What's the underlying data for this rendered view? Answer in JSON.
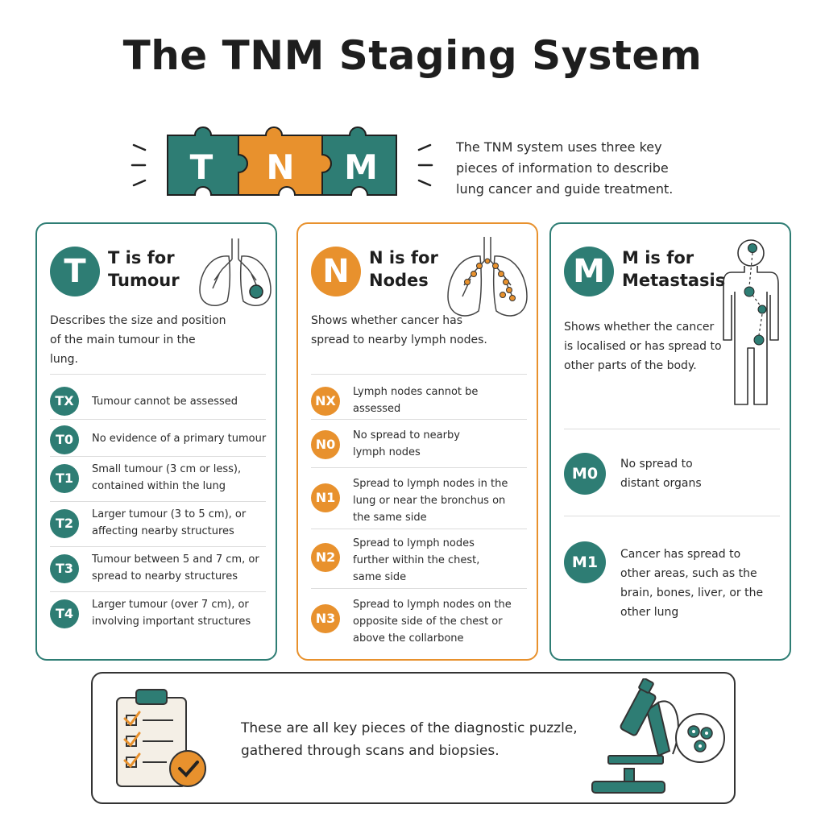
{
  "title": "The TNM Staging System",
  "puzzle": {
    "letters": [
      "T",
      "N",
      "M"
    ]
  },
  "intro": "The TNM system uses three key pieces of information to describe lung cancer and guide treatment.",
  "colors": {
    "teal": "#2e7d74",
    "orange": "#e8912d",
    "text": "#2a2a2a"
  },
  "cards": {
    "t": {
      "letter": "T",
      "title_line1": "T is for",
      "title_line2": "Tumour",
      "description": "Describes the size and position of the main tumour in the lung.",
      "illustration_icon": "lungs-with-tumour-icon",
      "items": [
        {
          "code": "TX",
          "text": "Tumour cannot be assessed"
        },
        {
          "code": "T0",
          "text": "No evidence of a primary tumour"
        },
        {
          "code": "T1",
          "text": "Small tumour (3 cm or less), contained within the lung"
        },
        {
          "code": "T2",
          "text": "Larger tumour (3 to 5 cm), or affecting nearby structures"
        },
        {
          "code": "T3",
          "text": "Tumour between 5 and 7 cm, or spread to nearby structures"
        },
        {
          "code": "T4",
          "text": "Larger tumour (over 7 cm), or involving important structures"
        }
      ]
    },
    "n": {
      "letter": "N",
      "title_line1": "N is for",
      "title_line2": "Nodes",
      "description": "Shows whether cancer has spread to nearby lymph nodes.",
      "illustration_icon": "lungs-with-lymph-nodes-icon",
      "items": [
        {
          "code": "NX",
          "text": "Lymph nodes cannot be assessed"
        },
        {
          "code": "N0",
          "text": "No spread to nearby lymph nodes"
        },
        {
          "code": "N1",
          "text": "Spread to lymph nodes in the lung or near the bronchus on the same side"
        },
        {
          "code": "N2",
          "text": "Spread to lymph nodes further within the chest, same side"
        },
        {
          "code": "N3",
          "text": "Spread to lymph nodes on the opposite side of the chest or above the collarbone"
        }
      ]
    },
    "m": {
      "letter": "M",
      "title_line1": "M is for",
      "title_line2": "Metastasis",
      "description": "Shows whether the cancer is localised or has spread to other parts of the body.",
      "illustration_icon": "body-metastasis-icon",
      "items": [
        {
          "code": "M0",
          "text": "No spread to distant organs"
        },
        {
          "code": "M1",
          "text": "Cancer has spread to other areas, such as the brain, bones, liver, or the other lung"
        }
      ]
    }
  },
  "bottom": {
    "text": "These are all key pieces of the diagnostic puzzle, gathered through scans and biopsies.",
    "left_icon": "clipboard-checklist-icon",
    "right_icon": "microscope-icon"
  }
}
